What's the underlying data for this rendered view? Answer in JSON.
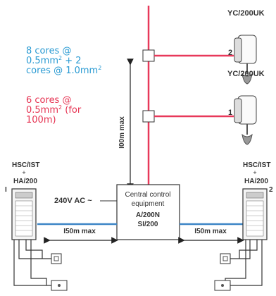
{
  "handsets": [
    {
      "model": "YC/200UK",
      "number": "2"
    },
    {
      "model": "YC/200UK",
      "number": "1"
    }
  ],
  "door_panels": [
    {
      "model": "HSC/IST",
      "plus": "+",
      "model2": "HA/200",
      "number": "I"
    },
    {
      "model": "HSC/IST",
      "plus": "+",
      "model2": "HA/200",
      "number": "2"
    }
  ],
  "central_unit": {
    "line1": "Central control",
    "line2": "equipment",
    "line3": "A/200N",
    "line4": "SI/200"
  },
  "power_label": "240V AC ~",
  "distances": {
    "vertical": "I00m max",
    "left": "I50m max",
    "right": "I50m max"
  },
  "legend": {
    "blue": {
      "a": "8 cores @",
      "b": "0.5mm",
      "b_sup": "2",
      "b_tail": " + 2",
      "c": "cores @ 1.0mm",
      "c_sup": "2"
    },
    "red": {
      "a": "6 cores @",
      "b": "0.5mm",
      "b_sup": "2",
      "b_tail": " (for",
      "c": "100m)"
    }
  },
  "colors": {
    "red_bus": "#e8395a",
    "blue_bus": "#3d86c6",
    "legend_blue": "#2b9bd3",
    "legend_red": "#e63352"
  }
}
